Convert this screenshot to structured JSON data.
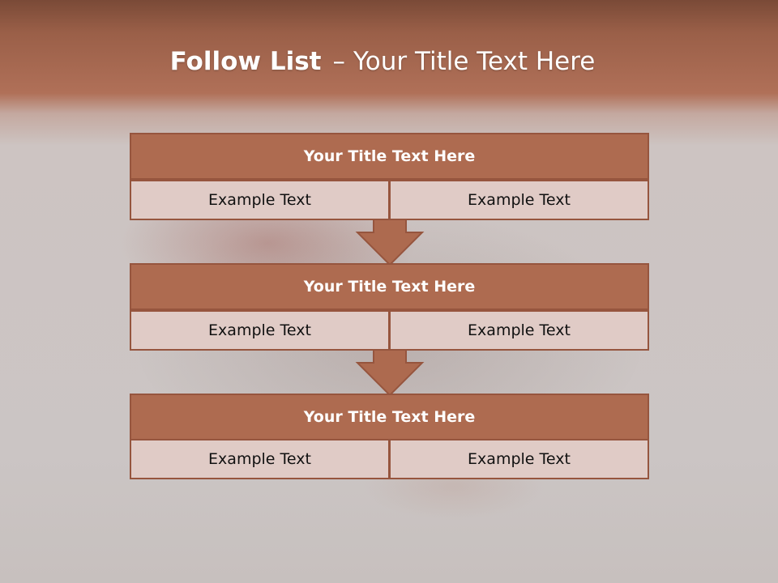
{
  "slide": {
    "title_strong": "Follow List",
    "title_separator": "–",
    "title_rest": "Your Title Text Here"
  },
  "blocks": [
    {
      "header": "Your Title Text Here",
      "left": "Example Text",
      "right": "Example Text"
    },
    {
      "header": "Your Title Text Here",
      "left": "Example Text",
      "right": "Example Text"
    },
    {
      "header": "Your Title Text Here",
      "left": "Example Text",
      "right": "Example Text"
    }
  ],
  "colors": {
    "header_fill": "#ae6b50",
    "border": "#96553e",
    "cell_fill": "#e0cbc6",
    "arrow_fill": "#ad6a4f"
  }
}
